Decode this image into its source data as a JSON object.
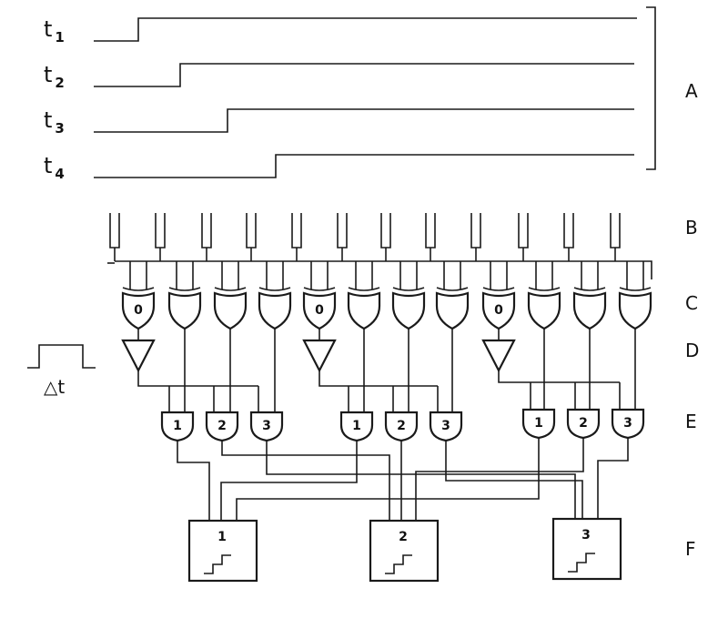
{
  "timing": {
    "signals": [
      {
        "base": "t",
        "sub": "1"
      },
      {
        "base": "t",
        "sub": "2"
      },
      {
        "base": "t",
        "sub": "3"
      },
      {
        "base": "t",
        "sub": "4"
      }
    ]
  },
  "pulse": {
    "label": "△t"
  },
  "section_labels": [
    "A",
    "B",
    "C",
    "D",
    "E",
    "F"
  ],
  "xor_markers": [
    "0",
    "0",
    "0"
  ],
  "and_labels": [
    "1",
    "2",
    "3",
    "1",
    "2",
    "3",
    "1",
    "2",
    "3"
  ],
  "outputs": [
    "1",
    "2",
    "3"
  ]
}
